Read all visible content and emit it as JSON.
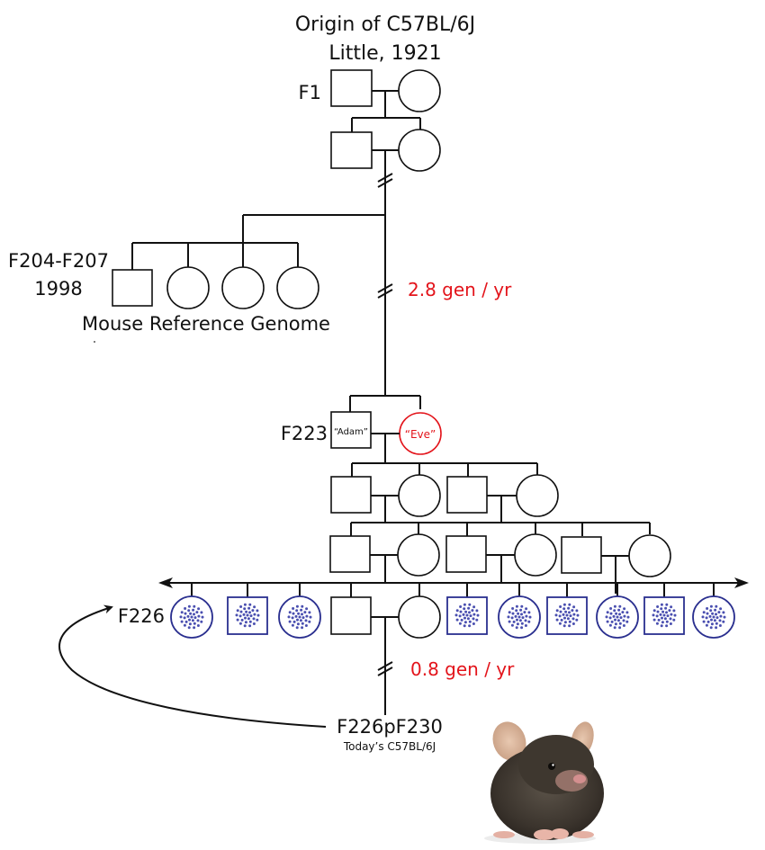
{
  "title": {
    "line1": "Origin of C57BL/6J",
    "line2": "Little, 1921"
  },
  "generations": {
    "f1": "F1",
    "f204": "F204-F207",
    "f204_year": "1998",
    "f204_caption": "Mouse Reference Genome",
    "f223": "F223",
    "f226": "F226",
    "today": "F226pF230",
    "today_caption": "Today’s C57BL/6J"
  },
  "founders": {
    "adam": "“Adam”",
    "eve": "“Eve”"
  },
  "rates": {
    "early": "2.8 gen / yr",
    "late": "0.8 gen / yr"
  },
  "f226_row": [
    {
      "sex": "female",
      "cryo": true
    },
    {
      "sex": "male",
      "cryo": true
    },
    {
      "sex": "female",
      "cryo": true
    },
    {
      "sex": "male",
      "cryo": false
    },
    {
      "sex": "female",
      "cryo": false
    },
    {
      "sex": "male",
      "cryo": true
    },
    {
      "sex": "female",
      "cryo": true
    },
    {
      "sex": "male",
      "cryo": true
    },
    {
      "sex": "female",
      "cryo": true
    },
    {
      "sex": "male",
      "cryo": true
    },
    {
      "sex": "female",
      "cryo": true
    }
  ],
  "f204_sibship": [
    "male",
    "female",
    "female",
    "female"
  ],
  "colors": {
    "line": "#111111",
    "accent_red": "#e3141b",
    "cryo_blue": "#2a2f8f"
  },
  "images": {
    "mouse": "mouse-photo"
  }
}
